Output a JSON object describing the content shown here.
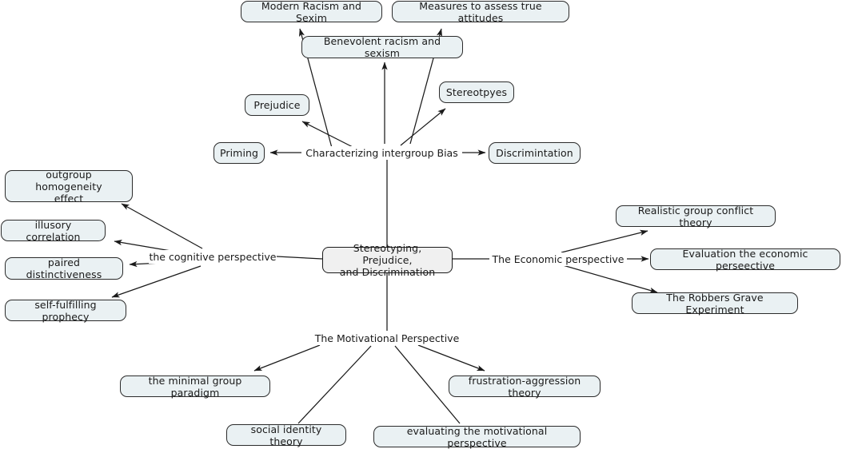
{
  "diagram": {
    "title": "Stereotyping, Prejudice, and Discrimination concept map",
    "background_color": "#ffffff",
    "node_fill": "#eaf1f3",
    "node_border": "#2b2b2b",
    "central_fill": "#f0f0f0",
    "edge_color": "#1a1a1a"
  },
  "central": {
    "label": "Stereotyping, Prejudice,\nand Discrimination"
  },
  "branches": {
    "characterizing": {
      "label": "Characterizing intergroup Bias"
    },
    "cognitive": {
      "label": "the cognitive perspective"
    },
    "economic": {
      "label": "The Economic perspective"
    },
    "motivational": {
      "label": "The Motivational Perspective"
    }
  },
  "nodes": [
    {
      "id": "modern-racism-and-sexim",
      "label": "Modern Racism and Sexim"
    },
    {
      "id": "measures-to-assess-true-attitudes",
      "label": "Measures to assess true attitudes"
    },
    {
      "id": "benevolent-racism-and-sexism",
      "label": "Benevolent racism and sexism"
    },
    {
      "id": "stereotpyes",
      "label": "Stereotpyes"
    },
    {
      "id": "prejudice",
      "label": "Prejudice"
    },
    {
      "id": "priming",
      "label": "Priming"
    },
    {
      "id": "discrimintation",
      "label": "Discrimintation"
    },
    {
      "id": "outgroup-homogeneity-effect",
      "label": "outgroup homogeneity\neffect"
    },
    {
      "id": "illusory-correlation",
      "label": "illusory correlation"
    },
    {
      "id": "paired-distinctiveness",
      "label": "paired distinctiveness"
    },
    {
      "id": "self-fulfilling-prophecy",
      "label": "self-fulfilling prophecy"
    },
    {
      "id": "realistic-group-conflict-theory",
      "label": "Realistic group conflict theory"
    },
    {
      "id": "evaluation-the-economic-perseective",
      "label": "Evaluation the economic perseective"
    },
    {
      "id": "the-robbers-grave-experiment",
      "label": "The Robbers Grave Experiment"
    },
    {
      "id": "the-minimal-group-paradigm",
      "label": "the minimal group paradigm"
    },
    {
      "id": "social-identity-theory",
      "label": "social identity theory"
    },
    {
      "id": "frustration-aggression-theory",
      "label": "frustration-aggression theory"
    },
    {
      "id": "evaluating-the-motivational-perspective",
      "label": "evaluating the motivational perspective"
    }
  ]
}
